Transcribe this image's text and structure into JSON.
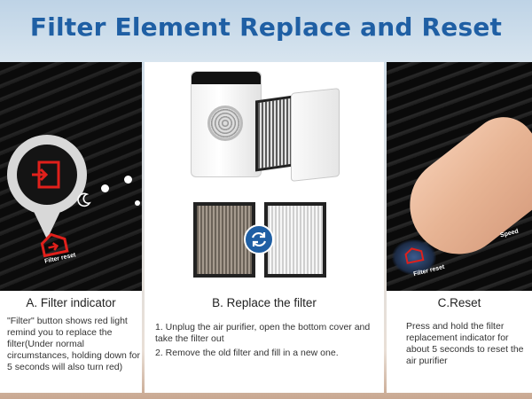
{
  "header": {
    "title": "Filter Element Replace and Reset"
  },
  "panels": {
    "a": {
      "title": "A. Filter indicator",
      "body": "\"Filter\" button shows red light remind you to replace the filter(Under normal circumstances, holding down for 5 seconds will also turn red)",
      "button_label": "Filter reset"
    },
    "b": {
      "title": "B. Replace the filter",
      "steps": [
        "1. Unplug the air purifier, open the bottom cover and take the filter out",
        "2. Remove the old filter and fill in a new one."
      ]
    },
    "c": {
      "title": "C.Reset",
      "body": "Press and hold the filter replacement indicator for about 5 seconds to reset the air purifier",
      "button_label": "Filter reset",
      "speed_label": "Speed"
    }
  },
  "colors": {
    "title": "#1f5fa4",
    "indicator_red": "#e0201b",
    "swap_blue": "#1f5fa4"
  },
  "icons": [
    "filter-indicator-icon",
    "filter-reset-icon",
    "swap-icon",
    "moon-icon"
  ]
}
